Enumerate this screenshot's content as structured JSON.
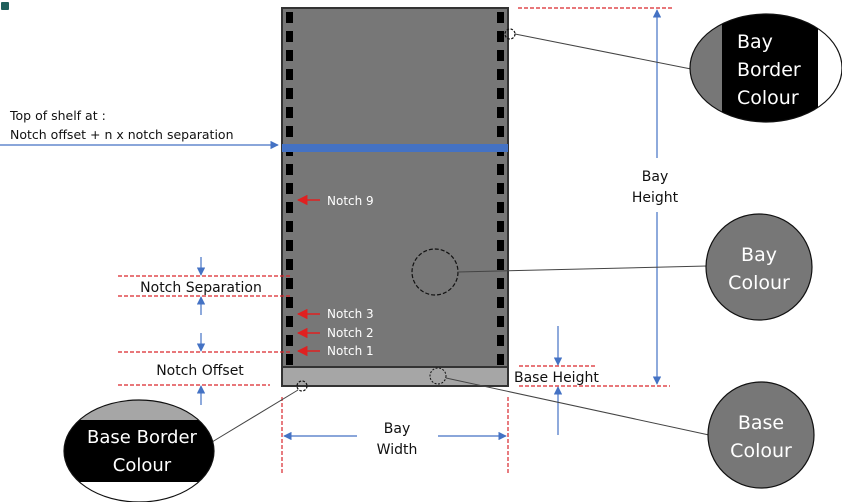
{
  "colors": {
    "bay": "#777777",
    "bay_border": "#333333",
    "base": "#a6a6a6",
    "notch": "#000000",
    "shelf": "#4472c4",
    "guide_dash": "#d9262b",
    "arrow": "#4472c4",
    "notch_arrow": "#e02020",
    "leader": "#444444",
    "corner_mark": "#1f5f5b"
  },
  "shelf_note": {
    "line1": "Top of shelf at :",
    "line2": "Notch offset + n x notch separation"
  },
  "notch_labels": [
    "Notch 9",
    "Notch 3",
    "Notch 2",
    "Notch 1"
  ],
  "dimensions": {
    "notch_separation": "Notch Separation",
    "notch_offset": "Notch Offset",
    "base_height": "Base Height",
    "bay_height": [
      "Bay",
      "Height"
    ],
    "bay_width": [
      "Bay",
      "Width"
    ]
  },
  "callouts": {
    "bay_border_colour": [
      "Bay",
      "Border",
      "Colour"
    ],
    "bay_colour": [
      "Bay",
      "Colour"
    ],
    "base_colour": [
      "Base",
      "Colour"
    ],
    "base_border_colour": [
      "Base Border",
      "Colour"
    ]
  }
}
